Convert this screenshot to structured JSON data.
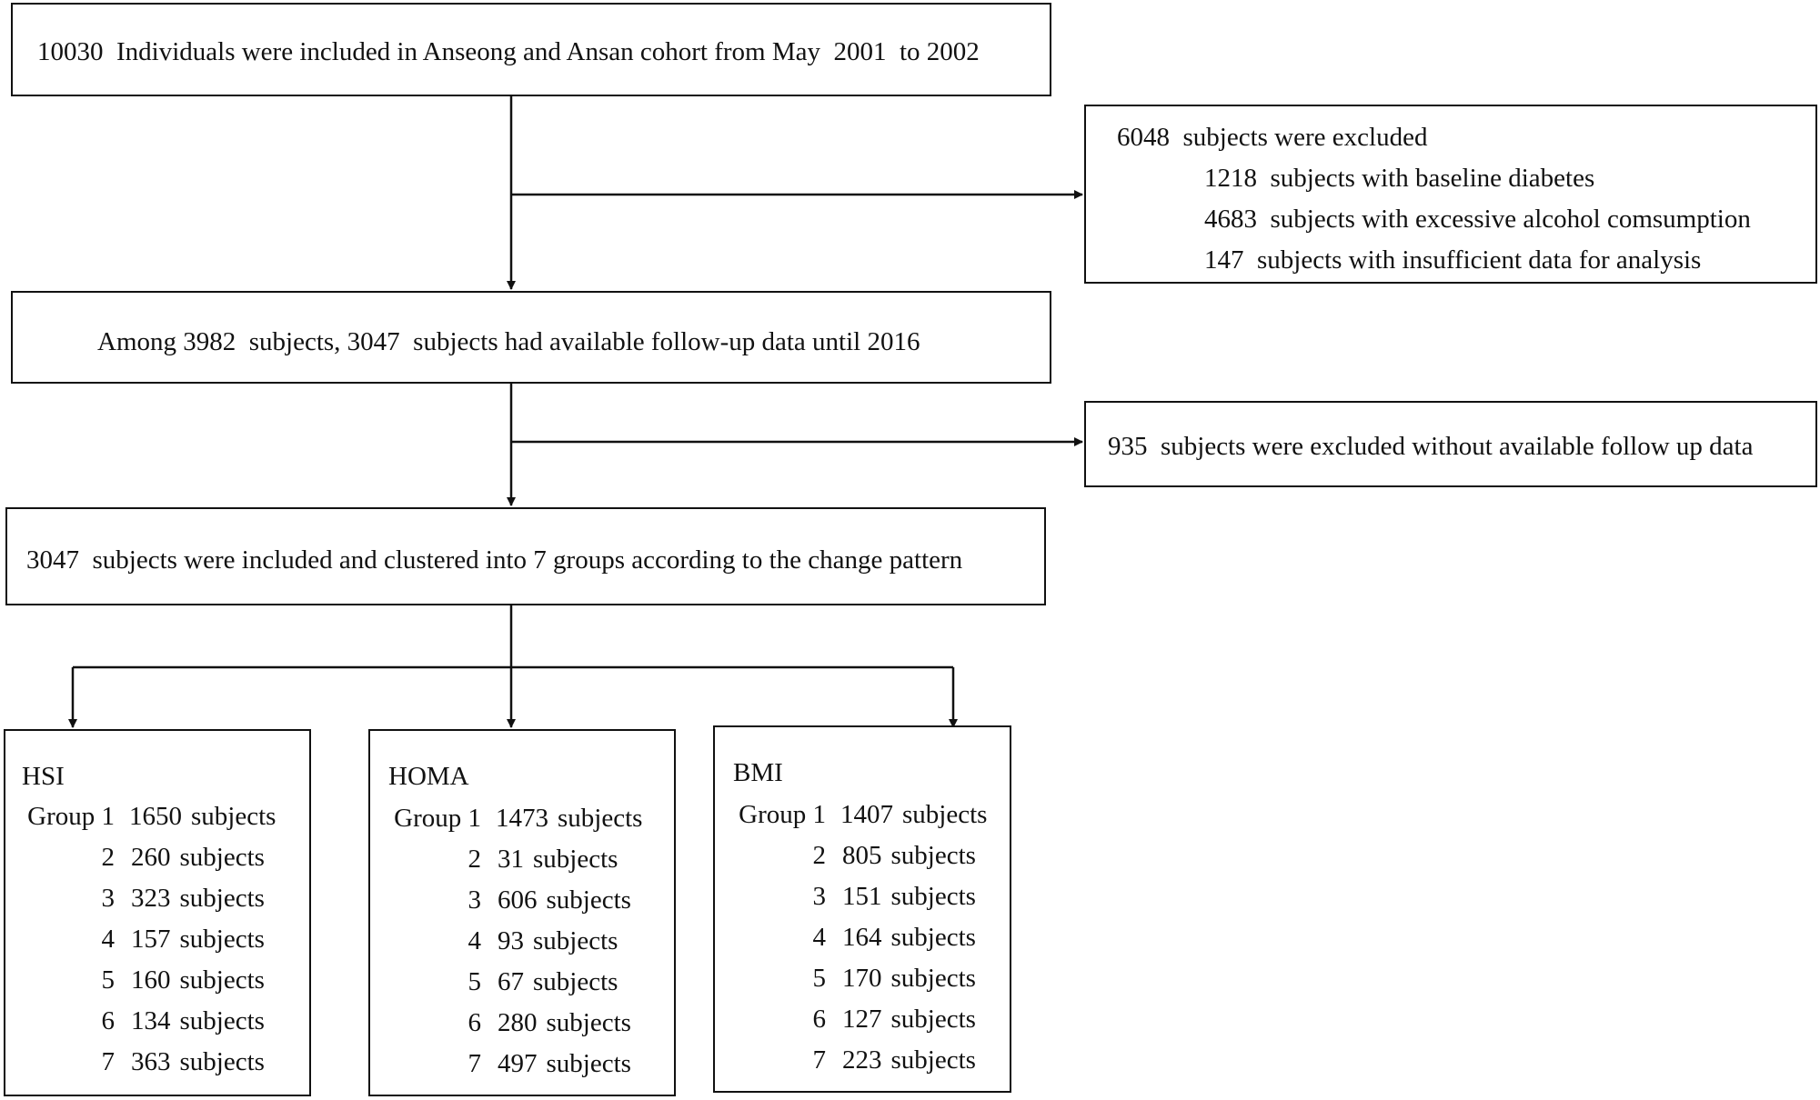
{
  "boxes": {
    "cohort": "10030  Individuals were included in Anseong and Ansan cohort from May  2001  to 2002",
    "excluded_title": "6048  subjects were excluded",
    "excluded_items": [
      "1218  subjects with baseline diabetes",
      "4683  subjects with excessive alcohol comsumption",
      "147  subjects with insufficient data for analysis"
    ],
    "followup": "Among 3982  subjects, 3047  subjects had available follow-up data until 2016",
    "excluded_followup": "935  subjects were excluded without available follow up data",
    "included": "3047  subjects were included and clustered into 7 groups according to the change pattern"
  },
  "groups": [
    {
      "title": "HSI",
      "rows": [
        {
          "label": "Group 1",
          "count": "1650",
          "unit": "subjects"
        },
        {
          "label": "2",
          "count": "260",
          "unit": "subjects"
        },
        {
          "label": "3",
          "count": "323",
          "unit": "subjects"
        },
        {
          "label": "4",
          "count": "157",
          "unit": "subjects"
        },
        {
          "label": "5",
          "count": "160",
          "unit": "subjects"
        },
        {
          "label": "6",
          "count": "134",
          "unit": "subjects"
        },
        {
          "label": "7",
          "count": "363",
          "unit": "subjects"
        }
      ]
    },
    {
      "title": "HOMA",
      "rows": [
        {
          "label": "Group 1",
          "count": "1473",
          "unit": "subjects"
        },
        {
          "label": "2",
          "count": "31",
          "unit": "subjects"
        },
        {
          "label": "3",
          "count": "606",
          "unit": "subjects"
        },
        {
          "label": "4",
          "count": "93",
          "unit": "subjects"
        },
        {
          "label": "5",
          "count": "67",
          "unit": "subjects"
        },
        {
          "label": "6",
          "count": "280",
          "unit": "subjects"
        },
        {
          "label": "7",
          "count": "497",
          "unit": "subjects"
        }
      ]
    },
    {
      "title": "BMI",
      "rows": [
        {
          "label": "Group 1",
          "count": "1407",
          "unit": "subjects"
        },
        {
          "label": "2",
          "count": "805",
          "unit": "subjects"
        },
        {
          "label": "3",
          "count": "151",
          "unit": "subjects"
        },
        {
          "label": "4",
          "count": "164",
          "unit": "subjects"
        },
        {
          "label": "5",
          "count": "170",
          "unit": "subjects"
        },
        {
          "label": "6",
          "count": "127",
          "unit": "subjects"
        },
        {
          "label": "7",
          "count": "223",
          "unit": "subjects"
        }
      ]
    }
  ]
}
